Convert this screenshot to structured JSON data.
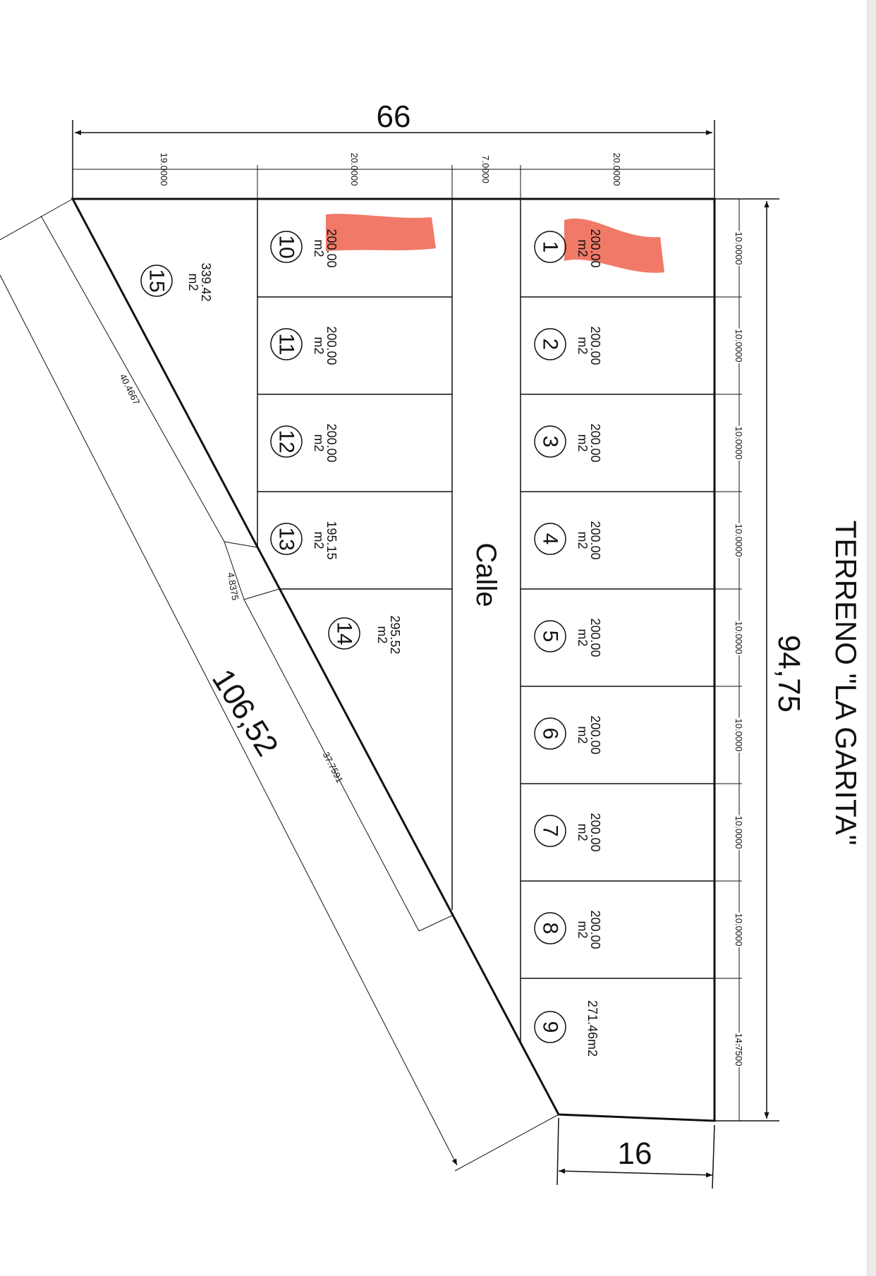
{
  "title": "TERRENO \"LA GARITA\"",
  "overall_dims": {
    "width": "66",
    "height": "94,75",
    "bottom": "16",
    "diagonal": "106,52"
  },
  "street_label": "Calle",
  "column_widths": [
    "19.0000",
    "20.0000",
    "7.0000",
    "20.0000"
  ],
  "row_dims": [
    "10.0000",
    "10.0000",
    "10.0000",
    "10.0000",
    "10.0000",
    "10.0000",
    "10.0000",
    "10.0000",
    "14.7500"
  ],
  "diag_dims": {
    "outer": "40.4667",
    "middle": "4.8375",
    "inner": "37.7591"
  },
  "lots": [
    {
      "num": "1",
      "area": "200.00",
      "unit": "m2"
    },
    {
      "num": "2",
      "area": "200.00",
      "unit": "m2"
    },
    {
      "num": "3",
      "area": "200.00",
      "unit": "m2"
    },
    {
      "num": "4",
      "area": "200.00",
      "unit": "m2"
    },
    {
      "num": "5",
      "area": "200.00",
      "unit": "m2"
    },
    {
      "num": "6",
      "area": "200.00",
      "unit": "m2"
    },
    {
      "num": "7",
      "area": "200.00",
      "unit": "m2"
    },
    {
      "num": "8",
      "area": "200.00",
      "unit": "m2"
    },
    {
      "num": "9",
      "area": "271.46m2",
      "unit": ""
    },
    {
      "num": "10",
      "area": "200.00",
      "unit": "m2"
    },
    {
      "num": "11",
      "area": "200.00",
      "unit": "m2"
    },
    {
      "num": "12",
      "area": "200.00",
      "unit": "m2"
    },
    {
      "num": "13",
      "area": "195.15",
      "unit": "m2"
    },
    {
      "num": "14",
      "area": "295.52",
      "unit": "m2"
    },
    {
      "num": "15",
      "area": "339.42",
      "unit": "m2"
    }
  ],
  "colors": {
    "line": "#111111",
    "highlight": "#ee6a58",
    "scrollbar": "#ececec"
  }
}
